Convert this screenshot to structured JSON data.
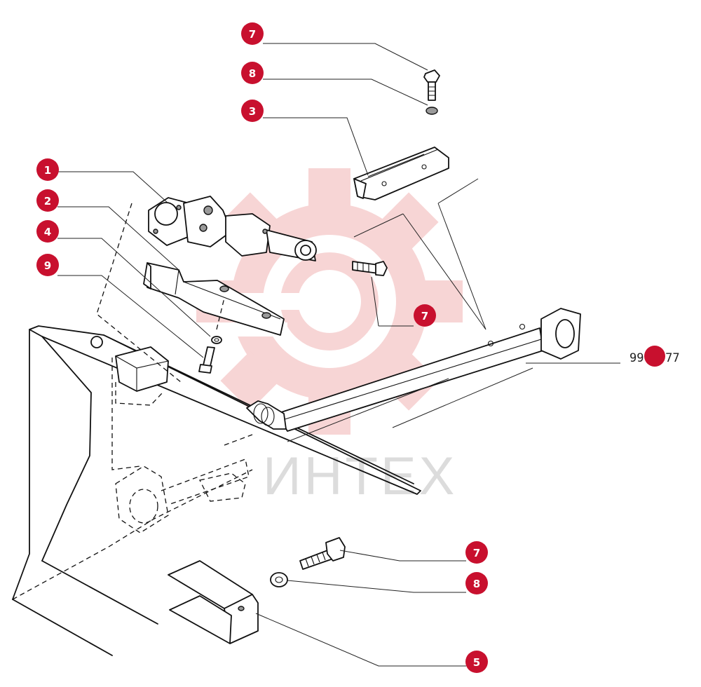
{
  "drawing_ref": "99.4677",
  "watermark": {
    "text": "ИНТЕХ",
    "color": "#f2b3b3"
  },
  "callout_color": "#c8102e",
  "callouts": [
    {
      "id": "c-7-top",
      "label": "7"
    },
    {
      "id": "c-8-top",
      "label": "8"
    },
    {
      "id": "c-3",
      "label": "3"
    },
    {
      "id": "c-1",
      "label": "1"
    },
    {
      "id": "c-2",
      "label": "2"
    },
    {
      "id": "c-4",
      "label": "4"
    },
    {
      "id": "c-9",
      "label": "9"
    },
    {
      "id": "c-7-mid",
      "label": "7"
    },
    {
      "id": "c-7-bottom",
      "label": "7"
    },
    {
      "id": "c-8-bottom",
      "label": "8"
    },
    {
      "id": "c-5",
      "label": "5"
    }
  ]
}
